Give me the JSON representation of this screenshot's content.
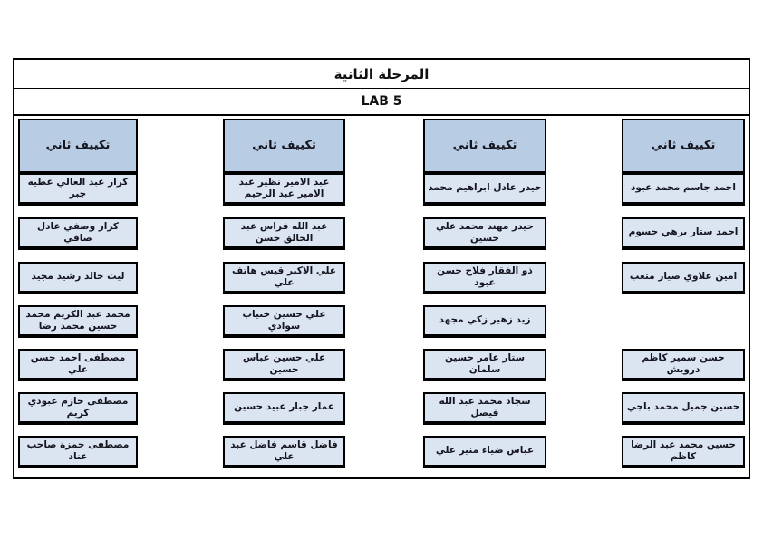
{
  "page": {
    "title": "المرحلة الثانية",
    "subtitle": "LAB 5"
  },
  "colors": {
    "header_fill": "#b8cce4",
    "name_fill": "#dbe5f1",
    "border": "#000000",
    "text": "#15151f"
  },
  "columns": [
    {
      "header": "تكييف ثاني",
      "names": [
        "كرار عبد العالي عطيه جبر",
        "كرار وصفي عادل صافي",
        "ليث خالد رشيد مجيد",
        "محمد عبد الكريم محمد حسين محمد رضا",
        "مصطفى احمد حسن علي",
        "مصطفى حازم عبودي كريم",
        "مصطفى حمزة صاحب عناد"
      ]
    },
    {
      "header": "تكييف ثاني",
      "names": [
        "عبد الامير نظير عبد الامير عبد الرحيم",
        "عبد الله فراس عبد الخالق حسن",
        "علي الاكبر قيس هاتف علي",
        "علي حسين خنياب سوادي",
        "علي حسين عباس حسين",
        "عمار جبار عبيد حسين",
        "فاضل قاسم فاضل عبد علي"
      ]
    },
    {
      "header": "تكييف ثاني",
      "names": [
        "حيدر عادل ابراهيم محمد",
        "حيدر مهند محمد علي حسين",
        "ذو الفقار فلاح حسن عبود",
        "زيد زهير زكي مجهد",
        "ستار عامر حسين سلمان",
        "سجاد محمد عبد الله فيصل",
        "عباس ضياء منير علي"
      ]
    },
    {
      "header": "تكييف ثاني",
      "names": [
        "احمد جاسم محمد عبود",
        "احمد ستار برهي جسوم",
        "امين علاوي صيار متعب",
        null,
        "حسن سمير كاظم درويش",
        "حسين جميل محمد باجي",
        "حسين محمد عبد الرضا كاظم"
      ]
    }
  ]
}
